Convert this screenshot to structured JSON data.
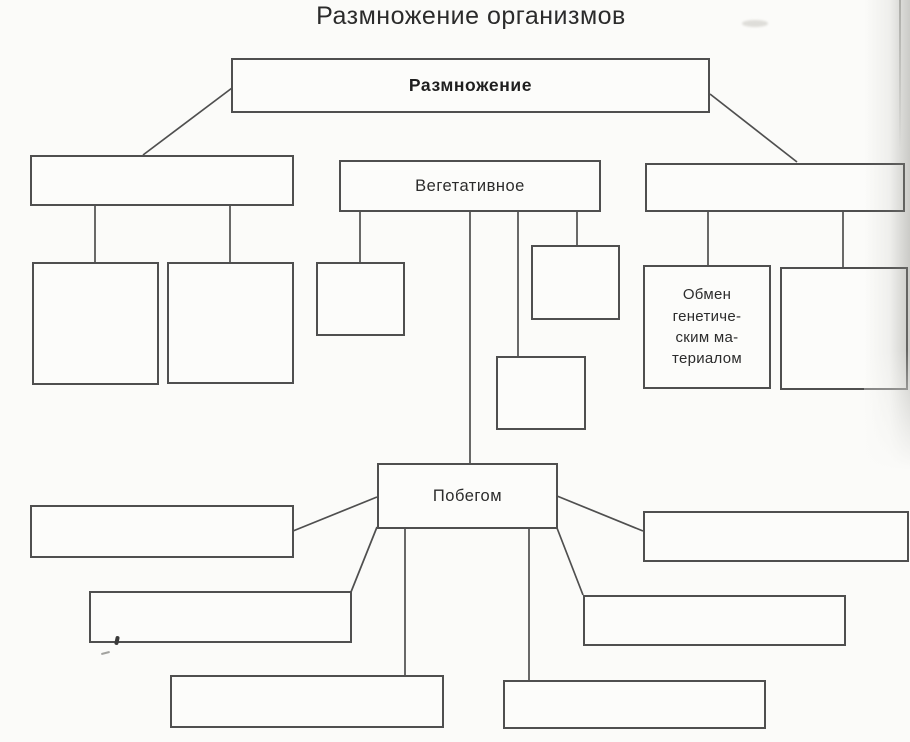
{
  "page_title": "Размножение организмов",
  "nodes": {
    "root": "Размножение",
    "vegetative": "Вегетативное",
    "shoot": "Побегом",
    "genetic_exchange": "Обмен\nгенетиче-\nским ма-\nтериалом"
  },
  "colors": {
    "ink_line": "#4f4f4f",
    "text": "#2b2b2b",
    "paper": "#fbfbf9",
    "scanner_shadow": "#8a8a84"
  }
}
